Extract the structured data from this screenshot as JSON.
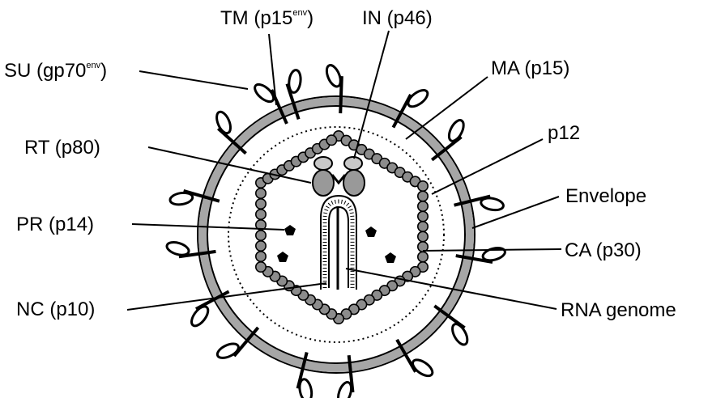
{
  "labels": {
    "tm": "TM (p15",
    "tm_sup": "env",
    "tm_close": ")",
    "su": "SU (gp70",
    "su_sup": "env",
    "su_close": ")",
    "in": "IN (p46)",
    "ma": "MA (p15)",
    "p12": "p12",
    "rt": "RT (p80)",
    "envelope": "Envelope",
    "pr": "PR (p14)",
    "ca": "CA (p30)",
    "nc": "NC (p10)",
    "rna": "RNA genome"
  },
  "colors": {
    "membrane": "#a6a6a6",
    "capsid_bead": "#8c8c8c",
    "rt_enzyme": "#999999",
    "in_enzyme": "#c8c8c8",
    "line": "#000000"
  }
}
